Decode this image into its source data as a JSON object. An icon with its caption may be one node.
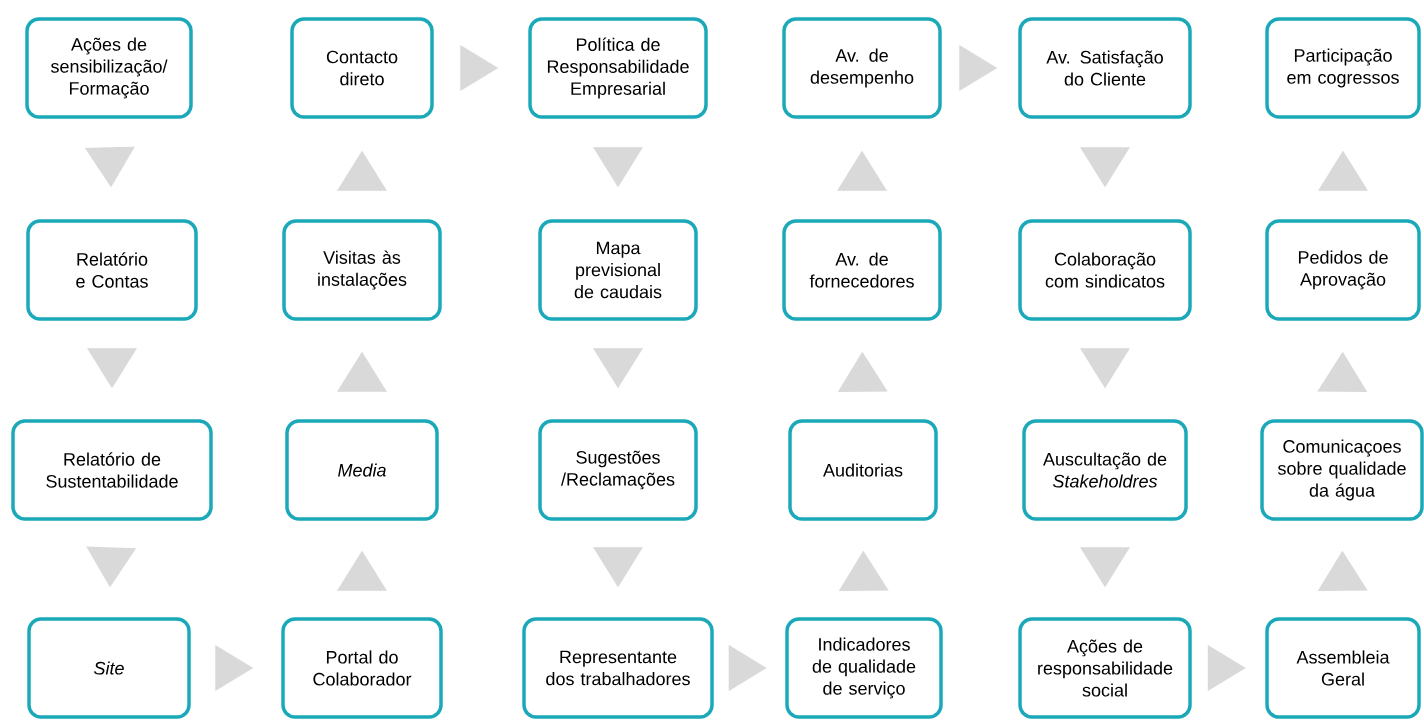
{
  "diagram": {
    "nodes": [
      {
        "text": [
          "Ações de sensibilização/ Formação"
        ]
      },
      {
        "text": [
          "Contacto direto"
        ]
      },
      {
        "text": [
          "Política de Responsabilidade Empresarial"
        ]
      },
      {
        "text": [
          "Av. de desempenho"
        ]
      },
      {
        "text": [
          "Av. Satisfação do Cliente"
        ]
      },
      {
        "text": [
          "Participação em cogressos"
        ]
      },
      {
        "text": [
          "Relatório e Contas"
        ]
      },
      {
        "text": [
          "Visitas às instalações"
        ]
      },
      {
        "text": [
          "Mapa previsional de caudais"
        ]
      },
      {
        "text": [
          "Av. de fornecedores"
        ]
      },
      {
        "text": [
          "Colaboração com sindicatos"
        ]
      },
      {
        "text": [
          "Pedidos de Aprovação"
        ]
      },
      {
        "text": [
          "Relatório de Sustentabilidade"
        ]
      },
      {
        "text": [
          "Media"
        ]
      },
      {
        "text": [
          "Sugestões /Reclamações"
        ]
      },
      {
        "text": [
          "Auditorias"
        ]
      },
      {
        "text": [
          "Auscultação de *Stakeholdres*"
        ]
      },
      {
        "text": [
          "Comunicaçoes sobre qualidade da água"
        ]
      },
      {
        "text": [
          "Site"
        ]
      },
      {
        "text": [
          "Portal do Colaborador"
        ]
      },
      {
        "text": [
          "Representante dos trabalhadores"
        ]
      },
      {
        "text": [
          "Indicadores de qualidade de serviço"
        ]
      },
      {
        "text": [
          "Ações de responsabilidade social"
        ]
      },
      {
        "text": [
          "Assembleia Geral"
        ]
      }
    ],
    "edges": [
      {
        "from": 0,
        "to": 6,
        "arrow": "to"
      },
      {
        "from": 6,
        "to": 12,
        "arrow": "to"
      },
      {
        "from": 12,
        "to": 18,
        "arrow": "to"
      },
      {
        "from": 18,
        "to": 19,
        "arrow": "to"
      },
      {
        "from": 19,
        "to": 13,
        "arrow": "to"
      },
      {
        "from": 13,
        "to": 7,
        "arrow": "to"
      },
      {
        "from": 7,
        "to": 1,
        "arrow": "to"
      },
      {
        "from": 1,
        "to": 2,
        "arrow": "to"
      },
      {
        "from": 2,
        "to": 8,
        "arrow": "to"
      },
      {
        "from": 8,
        "to": 14,
        "arrow": "to"
      },
      {
        "from": 14,
        "to": 20,
        "arrow": "to"
      },
      {
        "from": 20,
        "to": 21,
        "arrow": "to"
      },
      {
        "from": 21,
        "to": 15,
        "arrow": "to"
      },
      {
        "from": 15,
        "to": 9,
        "arrow": "to"
      },
      {
        "from": 9,
        "to": 3,
        "arrow": "to"
      },
      {
        "from": 3,
        "to": 4,
        "arrow": "to"
      },
      {
        "from": 4,
        "to": 10,
        "arrow": "to"
      },
      {
        "from": 10,
        "to": 16,
        "arrow": "to"
      },
      {
        "from": 16,
        "to": 22,
        "arrow": "to"
      },
      {
        "from": 22,
        "to": 23,
        "arrow": "to"
      },
      {
        "from": 23,
        "to": 17,
        "arrow": "to"
      },
      {
        "from": 17,
        "to": 11,
        "arrow": "to"
      },
      {
        "from": 11,
        "to": 5,
        "arrow": "to"
      }
    ]
  }
}
